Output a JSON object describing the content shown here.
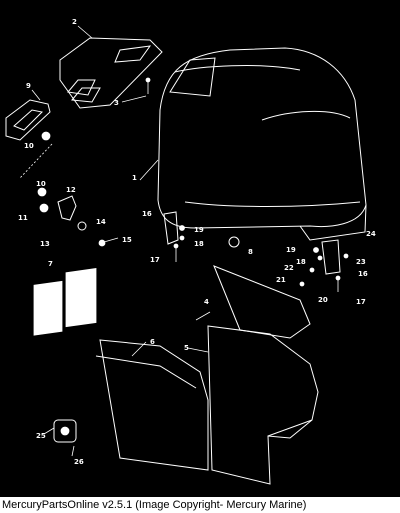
{
  "caption": "MercuryPartsOnline v2.5.1 (Image Copyright- Mercury Marine)",
  "callouts": {
    "c1": "1",
    "c2": "2",
    "c3": "3",
    "c4": "4",
    "c5": "5",
    "c6": "6",
    "c7": "7",
    "c8": "8",
    "c9": "9",
    "c10a": "10",
    "c10b": "10",
    "c11": "11",
    "c12": "12",
    "c13": "13",
    "c14": "14",
    "c15": "15",
    "c16a": "16",
    "c16b": "16",
    "c17a": "17",
    "c17b": "17",
    "c18a": "18",
    "c18b": "18",
    "c19a": "19",
    "c19b": "19",
    "c20": "20",
    "c21": "21",
    "c22": "22",
    "c23": "23",
    "c24": "24",
    "c25": "25",
    "c26": "26"
  },
  "colors": {
    "background": "#000000",
    "line": "#ffffff",
    "caption_bg": "#ffffff",
    "caption_text": "#000000"
  }
}
